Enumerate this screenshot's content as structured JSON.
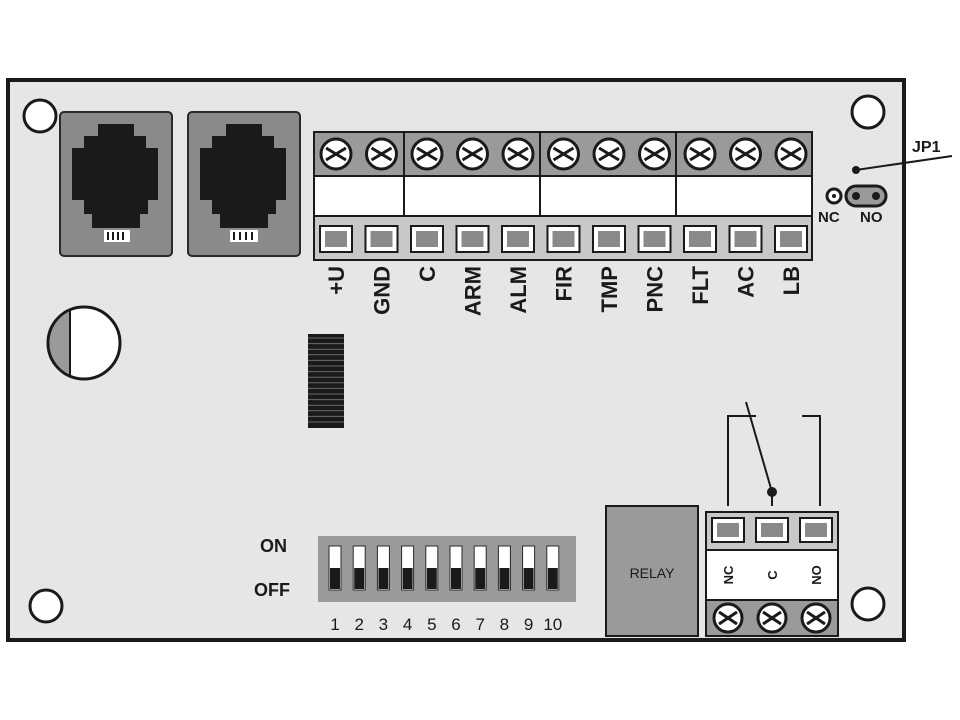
{
  "jumper": {
    "label": "JP1",
    "nc_label": "NC",
    "no_label": "NO"
  },
  "terminals": [
    "+U",
    "GND",
    "C",
    "ARM",
    "ALM",
    "FIR",
    "TMP",
    "PNC",
    "FLT",
    "AC",
    "LB"
  ],
  "dip_switch": {
    "on_label": "ON",
    "off_label": "OFF",
    "numbers": [
      "1",
      "2",
      "3",
      "4",
      "5",
      "6",
      "7",
      "8",
      "9",
      "10"
    ]
  },
  "relay": {
    "label": "RELAY",
    "contacts": [
      "NC",
      "C",
      "NO"
    ]
  },
  "colors": {
    "board": "#e6e6e6",
    "outline": "#1a1a1a",
    "component_gray": "#9a9a9a",
    "connector_light": "#bdbdbd"
  }
}
